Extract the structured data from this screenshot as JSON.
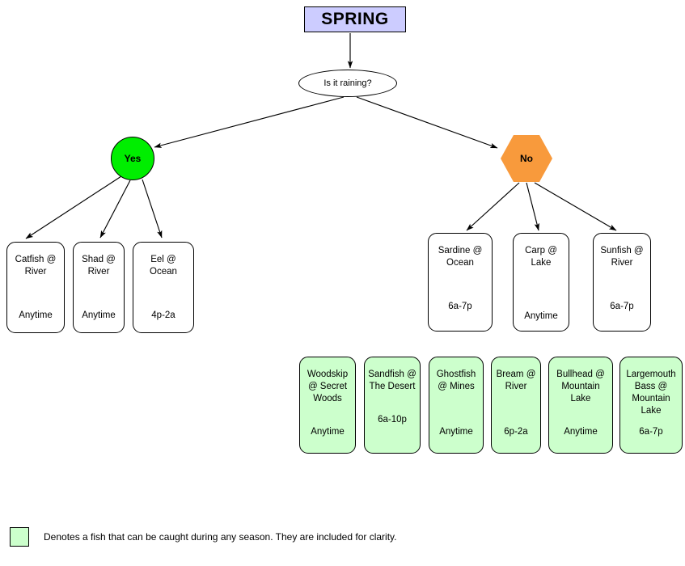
{
  "diagram": {
    "root": {
      "label": "SPRING",
      "color": "#ccccff"
    },
    "decision": {
      "label": "Is it raining?"
    },
    "branches": {
      "yes": {
        "label": "Yes",
        "color": "#00ee00"
      },
      "no": {
        "label": "No",
        "color": "#f89a3c"
      }
    }
  },
  "rain_fish": [
    {
      "name": "Catfish @\nRiver",
      "time": "Anytime"
    },
    {
      "name": "Shad @\nRiver",
      "time": "Anytime"
    },
    {
      "name": "Eel @\nOcean",
      "time": "4p-2a"
    }
  ],
  "dry_fish": [
    {
      "name": "Sardine @\nOcean",
      "time": "6a-7p"
    },
    {
      "name": "Carp @\nLake",
      "time": "Anytime"
    },
    {
      "name": "Sunfish @\nRiver",
      "time": "6a-7p"
    }
  ],
  "any_season_fish": [
    {
      "name": "Woodskip\n@ Secret\nWoods",
      "time": "Anytime"
    },
    {
      "name": "Sandfish @\nThe Desert",
      "time": "6a-10p"
    },
    {
      "name": "Ghostfish\n@ Mines",
      "time": "Anytime"
    },
    {
      "name": "Bream @\nRiver",
      "time": "6p-2a"
    },
    {
      "name": "Bullhead @\nMountain\nLake",
      "time": "Anytime"
    },
    {
      "name": "Largemouth\nBass @\nMountain\nLake",
      "time": "6a-7p"
    }
  ],
  "legend": {
    "swatch_color": "#ccffcc",
    "text": "Denotes a fish that can be caught during any season. They are included for clarity."
  }
}
